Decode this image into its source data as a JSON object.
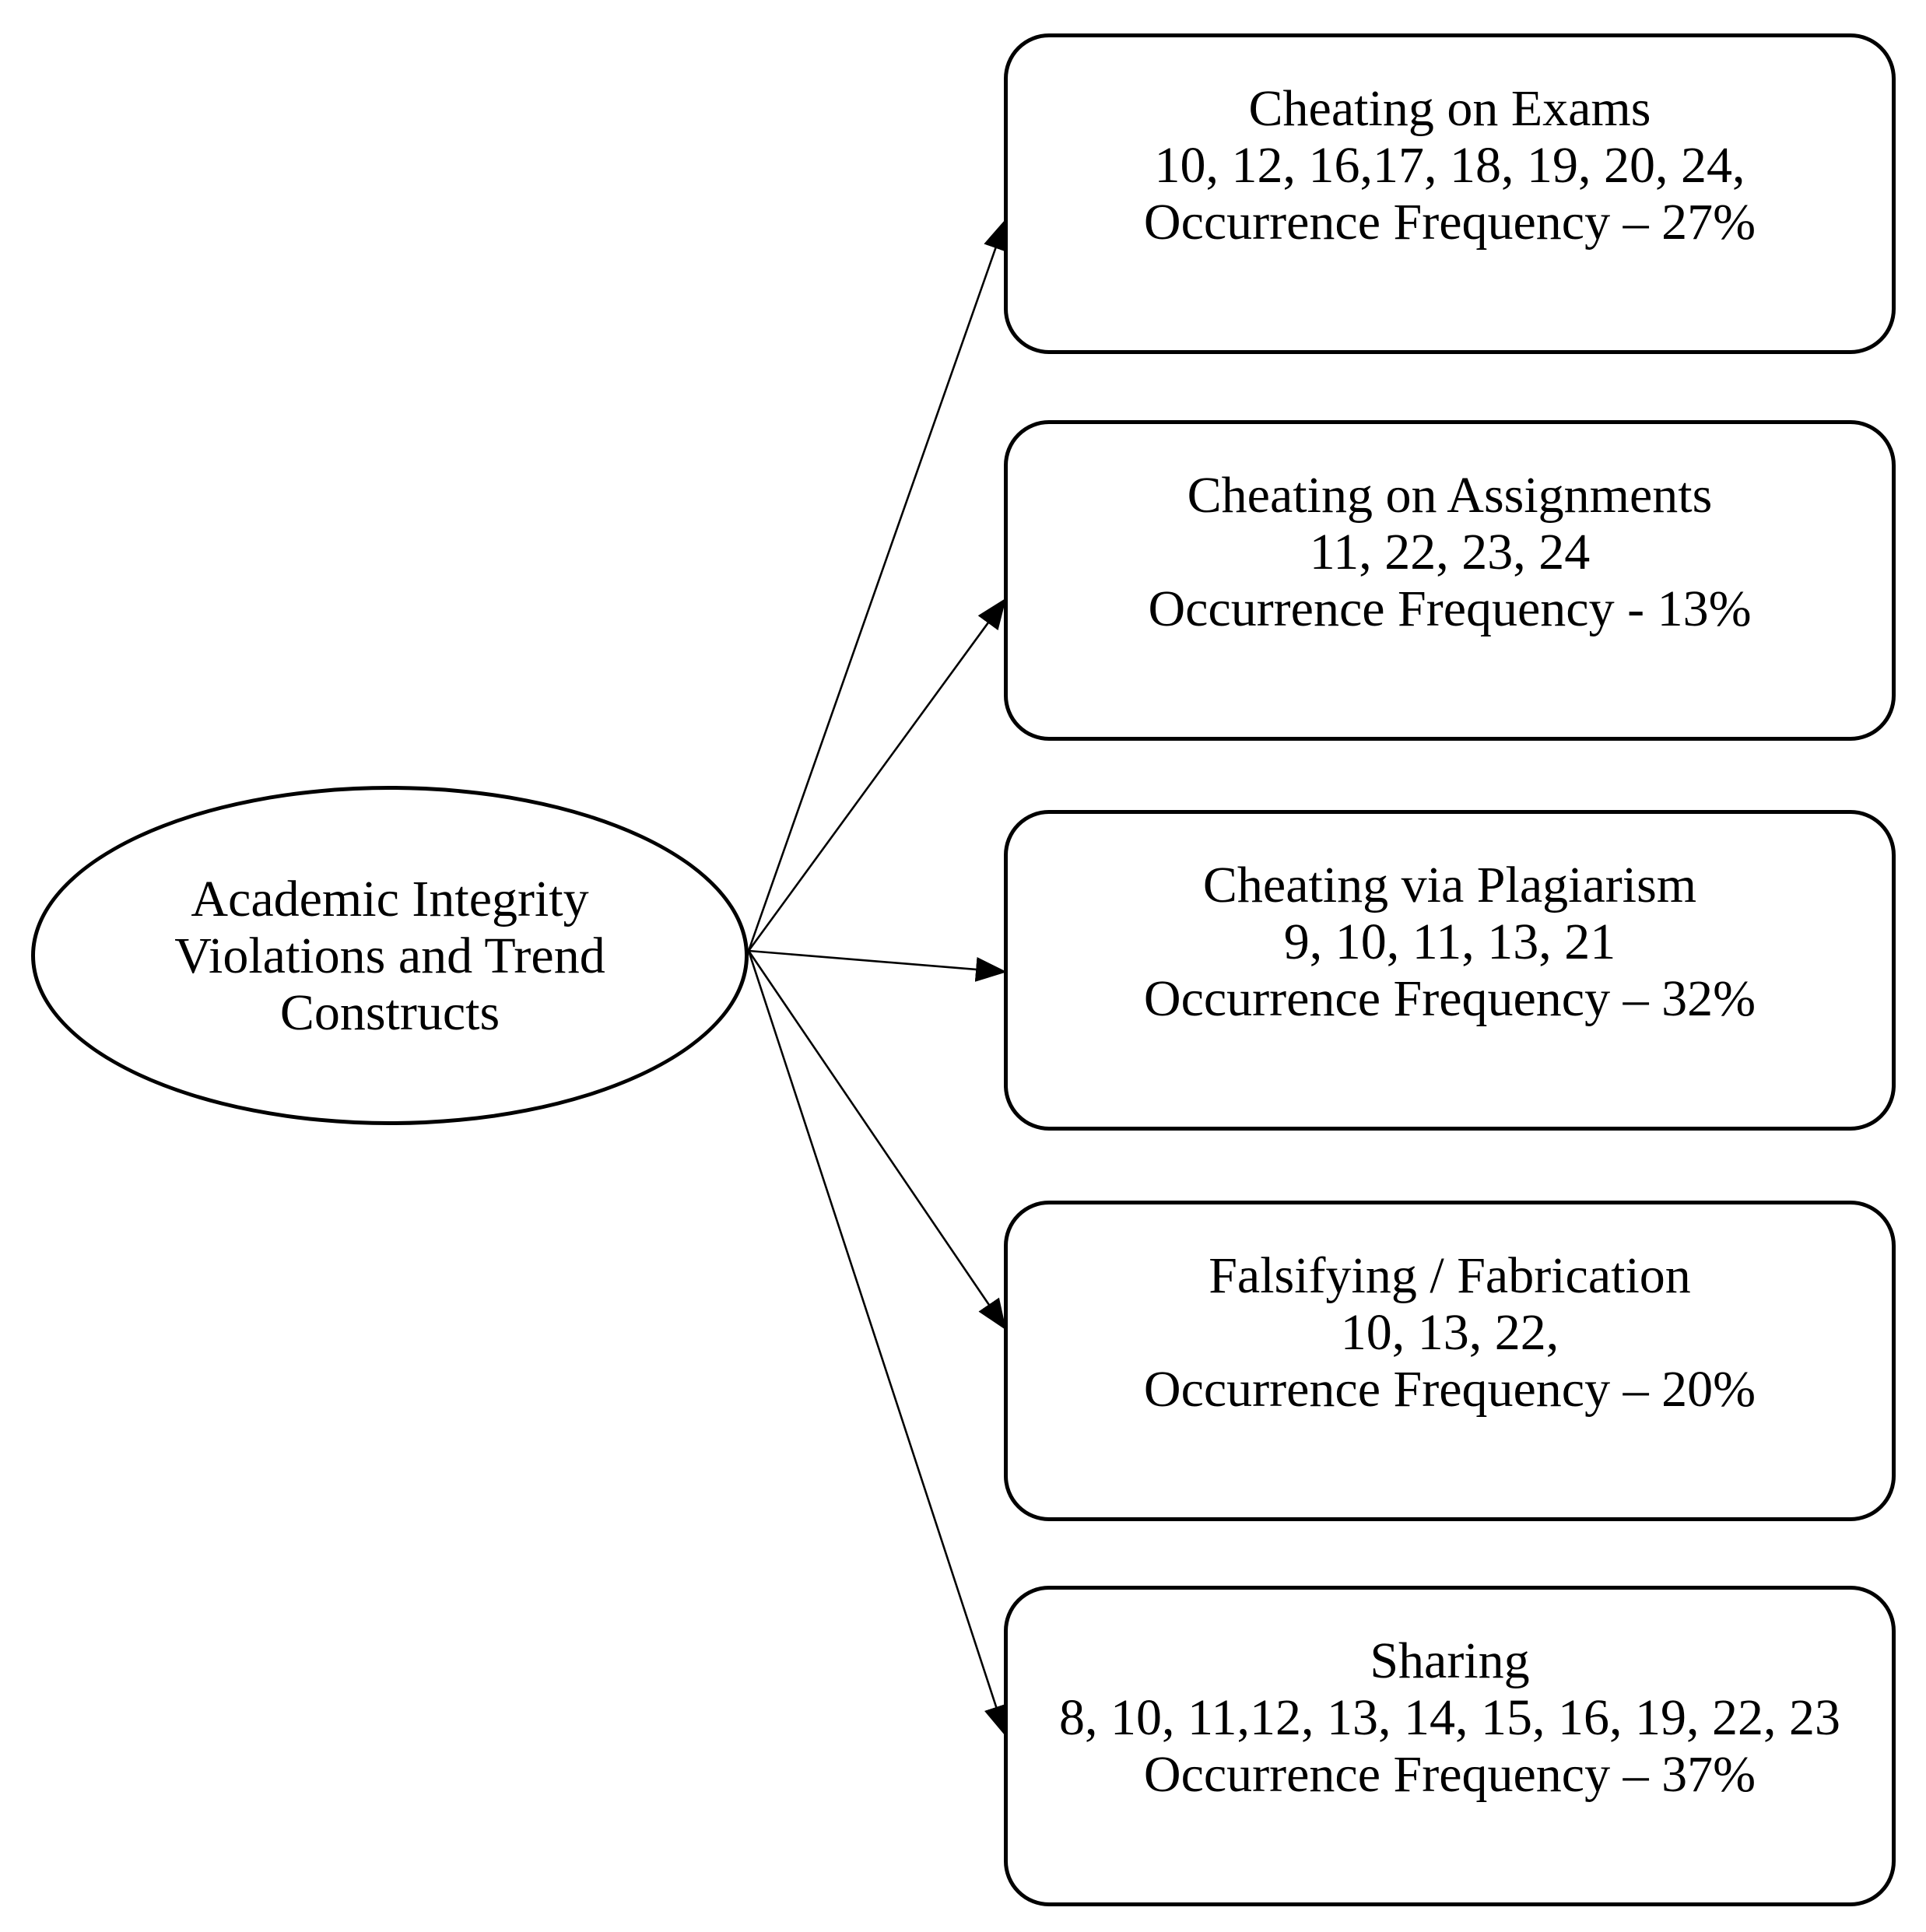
{
  "figure": {
    "source_node": {
      "lines": [
        "Academic Integrity",
        "Violations and Trend",
        "Constructs"
      ]
    },
    "category_nodes": [
      {
        "title": "Cheating on Exams",
        "sources": "10, 12, 16,17, 18, 19, 20, 24,",
        "frequency": "Occurrence Frequency – 27%"
      },
      {
        "title": "Cheating on Assignments",
        "sources": "11, 22, 23, 24",
        "frequency": "Occurrence Frequency - 13%"
      },
      {
        "title": "Cheating via Plagiarism",
        "sources": "9, 10, 11, 13, 21",
        "frequency": "Occurrence Frequency – 32%"
      },
      {
        "title": "Falsifying / Fabrication",
        "sources": "10, 13, 22,",
        "frequency": "Occurrence Frequency – 20%"
      },
      {
        "title": "Sharing",
        "sources": "8, 10, 11,12, 13, 14, 15, 16, 19, 22, 23",
        "frequency": "Occurrence Frequency – 37%"
      }
    ]
  }
}
